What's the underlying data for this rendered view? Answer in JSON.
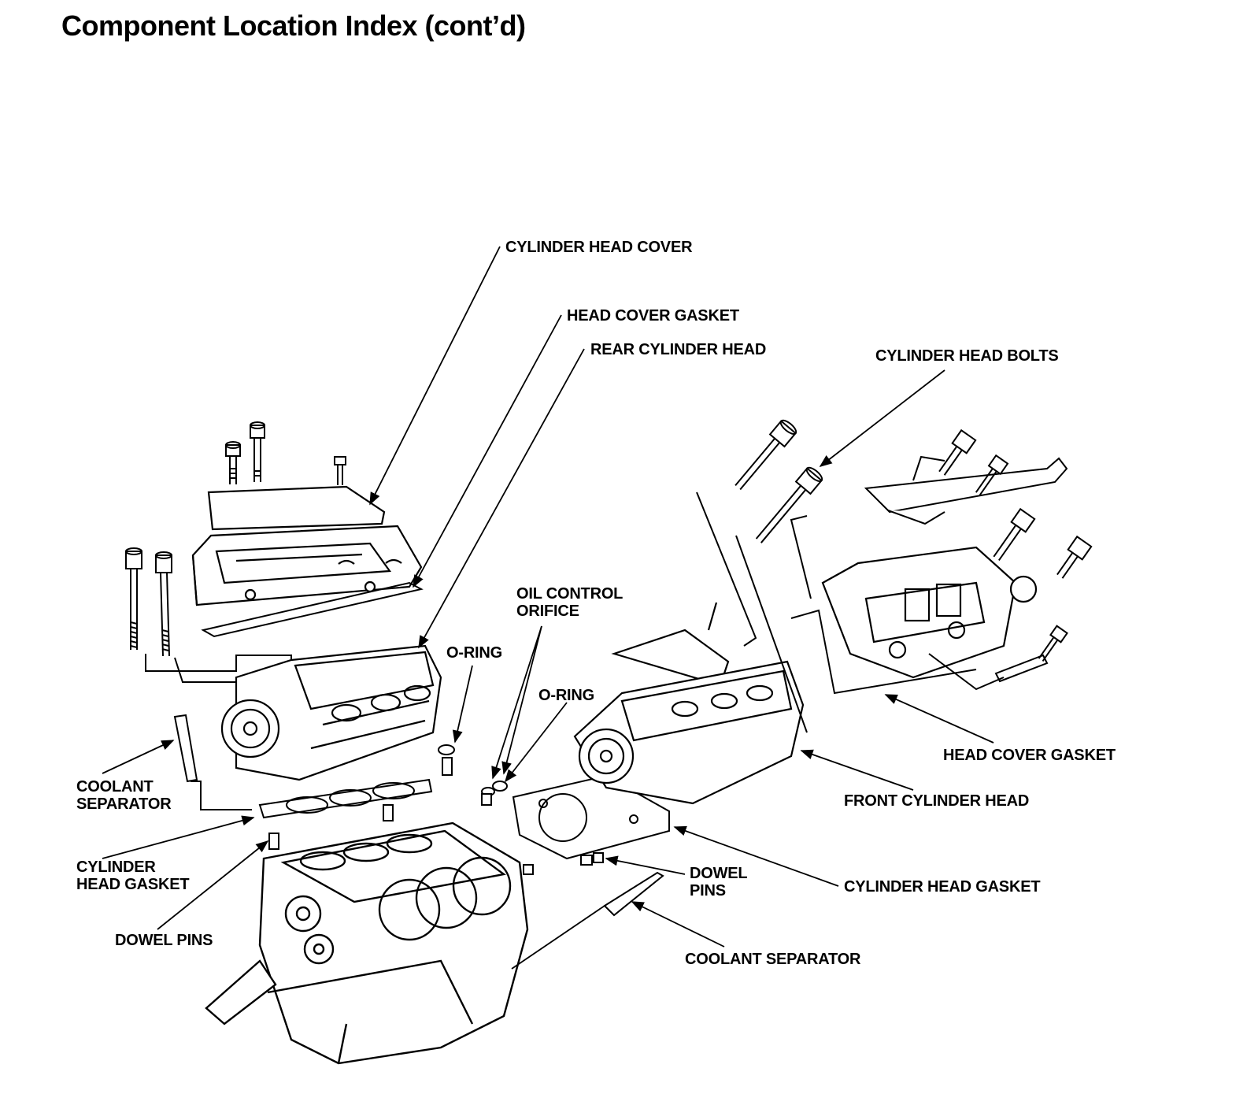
{
  "page": {
    "title": "Component Location Index (cont’d)"
  },
  "callouts": {
    "cylinder_head_cover": "CYLINDER HEAD COVER",
    "head_cover_gasket_rear": "HEAD COVER GASKET",
    "rear_cylinder_head": "REAR CYLINDER HEAD",
    "cylinder_head_bolts": "CYLINDER HEAD BOLTS",
    "oil_control_orifice_line1": "OIL CONTROL",
    "oil_control_orifice_line2": "ORIFICE",
    "o_ring_left": "O-RING",
    "o_ring_right": "O-RING",
    "head_cover_gasket_front": "HEAD COVER GASKET",
    "coolant_separator_left_line1": "COOLANT",
    "coolant_separator_left_line2": "SEPARATOR",
    "front_cylinder_head": "FRONT CYLINDER HEAD",
    "cylinder_head_gasket_left_line1": "CYLINDER",
    "cylinder_head_gasket_left_line2": "HEAD GASKET",
    "dowel_pins_right_line1": "DOWEL",
    "dowel_pins_right_line2": "PINS",
    "cylinder_head_gasket_right": "CYLINDER HEAD GASKET",
    "dowel_pins_left": "DOWEL PINS",
    "coolant_separator_right": "COOLANT SEPARATOR"
  }
}
